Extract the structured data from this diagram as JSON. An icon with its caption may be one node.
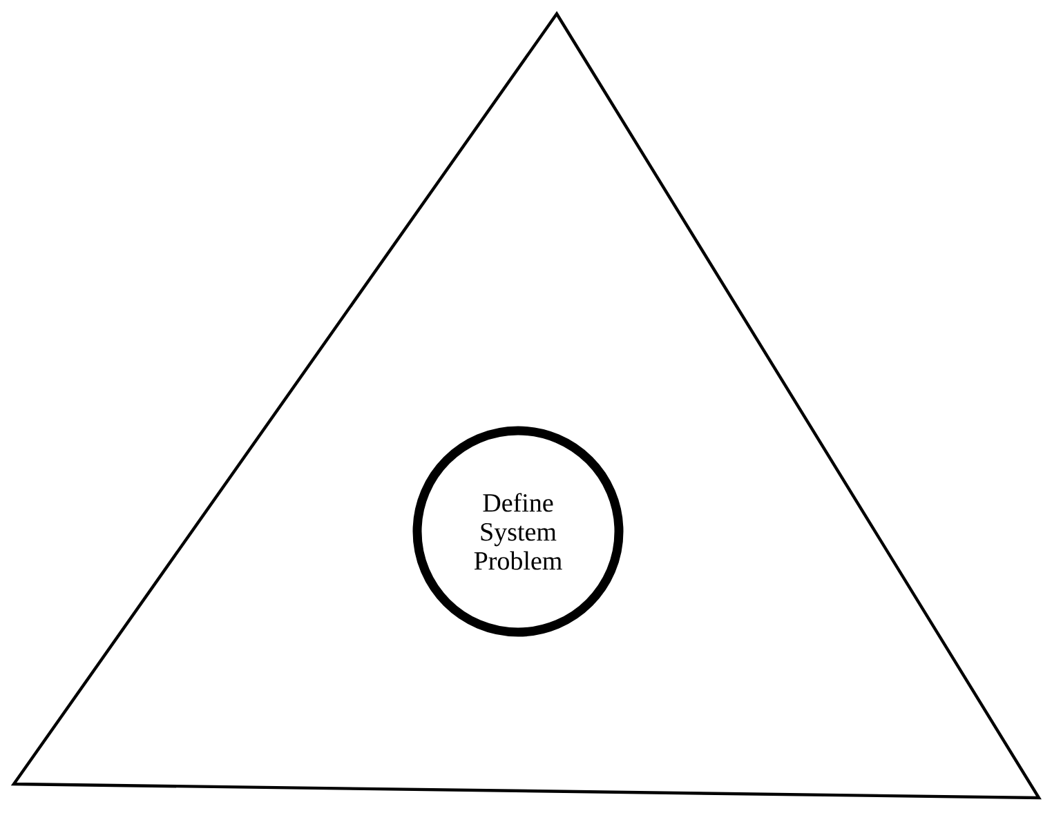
{
  "diagram": {
    "nodes": [
      {
        "text": [],
        "shape": "triangle"
      },
      {
        "text": [
          "Define System Problem"
        ],
        "in": 0
      }
    ]
  }
}
